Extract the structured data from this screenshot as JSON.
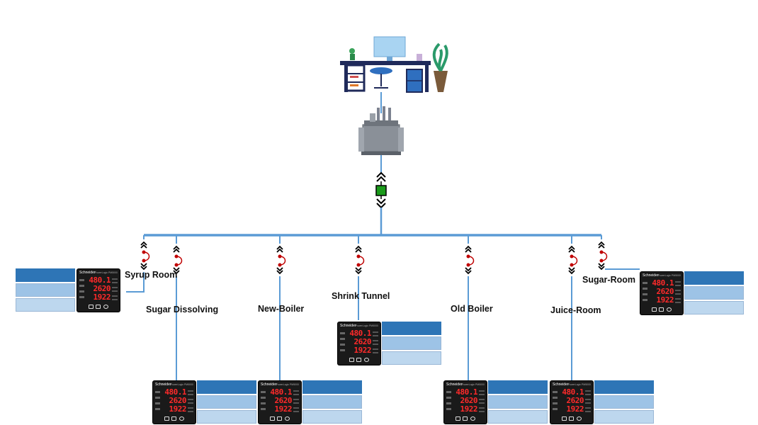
{
  "diagram": {
    "colors": {
      "bus": "#5b9bd5",
      "breaker": "#c00000",
      "meter_display": "#ff2a2a",
      "box_dark": "#2e75b6",
      "box_mid": "#9dc3e6",
      "box_light": "#bdd7ee",
      "main_switch": "#1a9a1a"
    },
    "icons": [
      "workstation-desk-icon",
      "transformer-icon",
      "main-switch-icon",
      "circuit-breaker-icon",
      "power-meter-icon"
    ],
    "meter": {
      "brand": "Schneider",
      "model": "PowerLogic PM5000",
      "readings": [
        "480.1",
        "2620",
        "1922"
      ]
    },
    "feeders": [
      {
        "id": "syrup-room",
        "label": "Syrup Room"
      },
      {
        "id": "sugar-dissolving",
        "label": "Sugar Dissolving"
      },
      {
        "id": "new-boiler",
        "label": "New-Boiler"
      },
      {
        "id": "shrink-tunnel",
        "label": "Shrink Tunnel"
      },
      {
        "id": "old-boiler",
        "label": "Old Boiler"
      },
      {
        "id": "juice-room",
        "label": "Juice-Room"
      },
      {
        "id": "sugar-room",
        "label": "Sugar-Room"
      }
    ]
  }
}
